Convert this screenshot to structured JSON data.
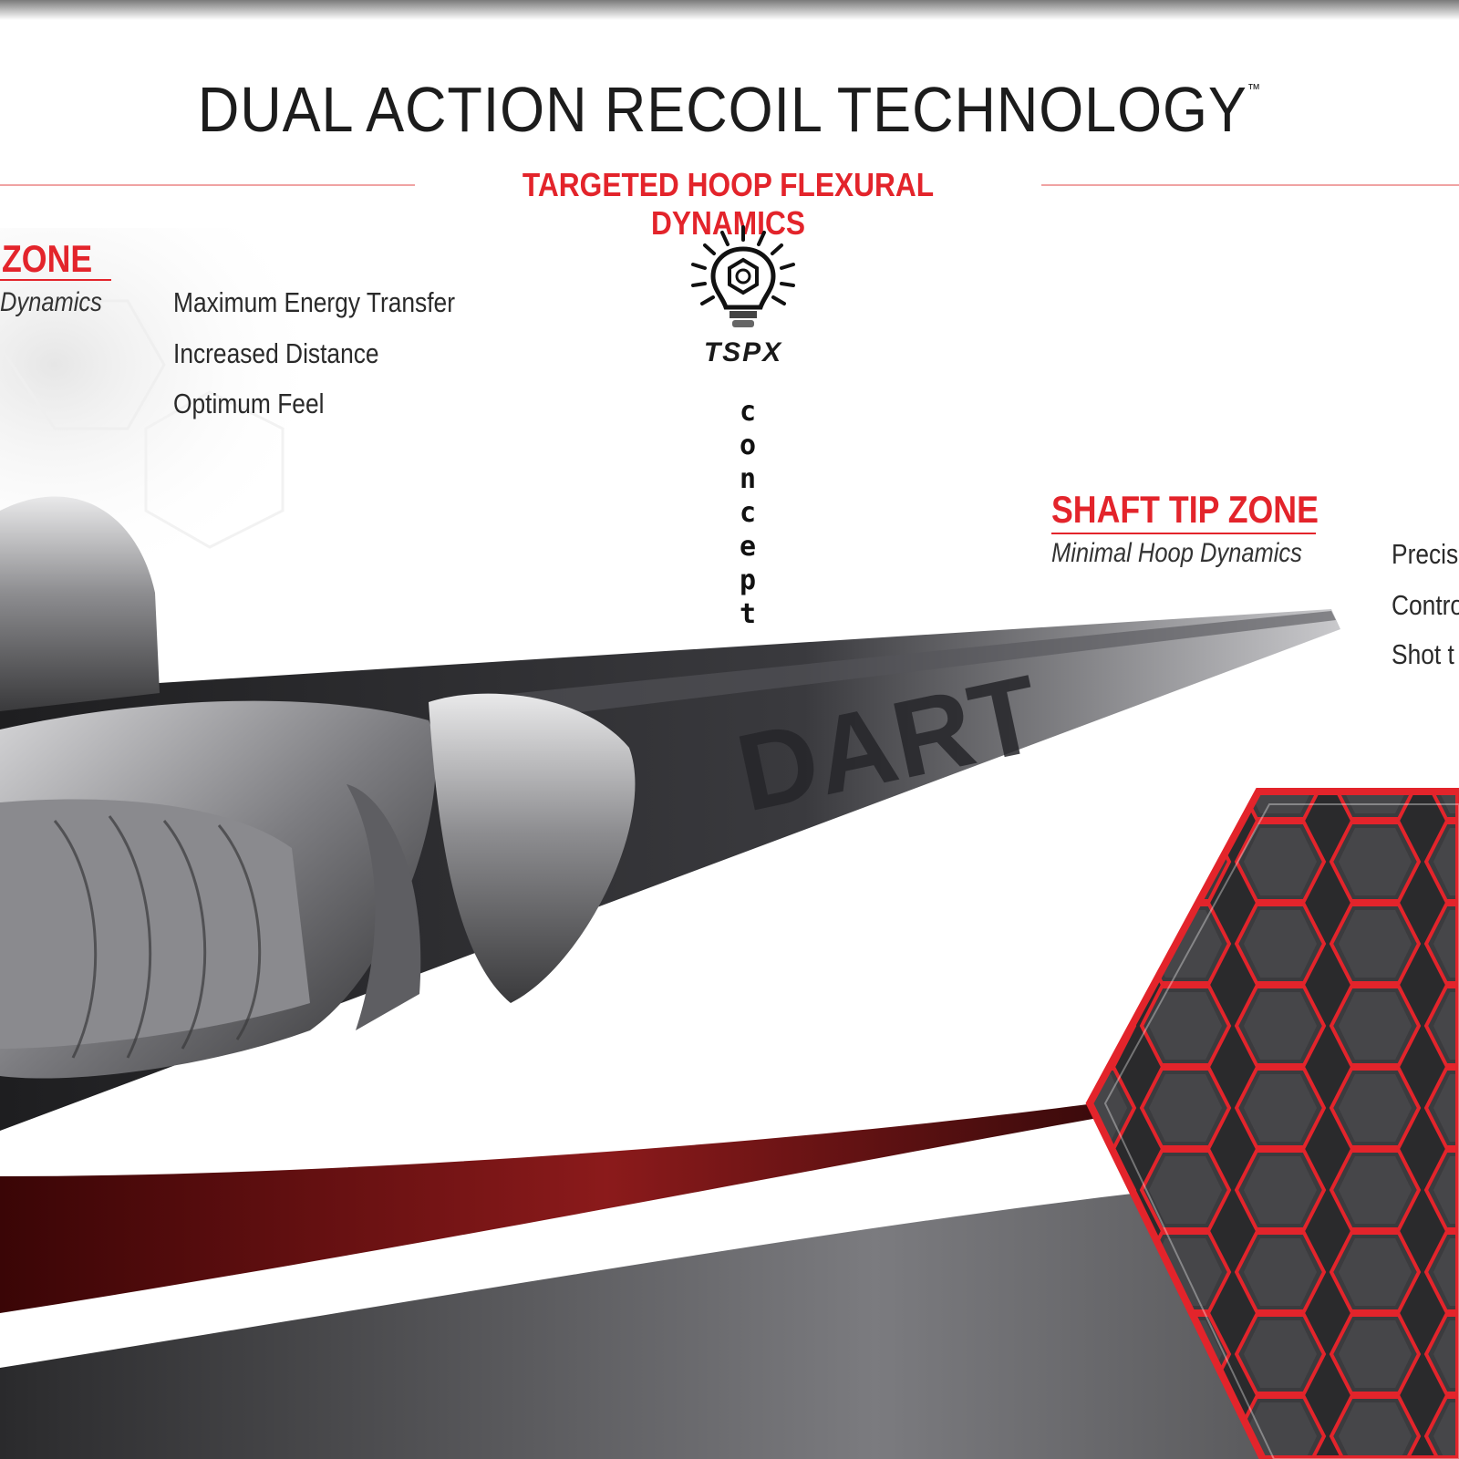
{
  "header": {
    "title": "DUAL ACTION RECOIL TECHNOLOGY",
    "trademark": "™",
    "subtitle": "TARGETED HOOP FLEXURAL DYNAMICS"
  },
  "left_zone": {
    "title": "ZONE",
    "subtitle": "Dynamics",
    "benefits": [
      "Maximum Energy Transfer",
      "Increased Distance",
      "Optimum Feel"
    ]
  },
  "logo": {
    "brand": "TSPX",
    "concept_letters": [
      "c",
      "o",
      "n",
      "c",
      "e",
      "p",
      "t"
    ],
    "icon": "lightbulb-icon"
  },
  "tip_zone": {
    "title": "SHAFT TIP ZONE",
    "subtitle": "Minimal Hoop Dynamics",
    "benefits": [
      "Precis",
      "Contro",
      "Shot t"
    ]
  },
  "colors": {
    "accent_red": "#e3242b",
    "dark": "#1c1c1c",
    "shaft_dark": "#2b2b2e"
  }
}
